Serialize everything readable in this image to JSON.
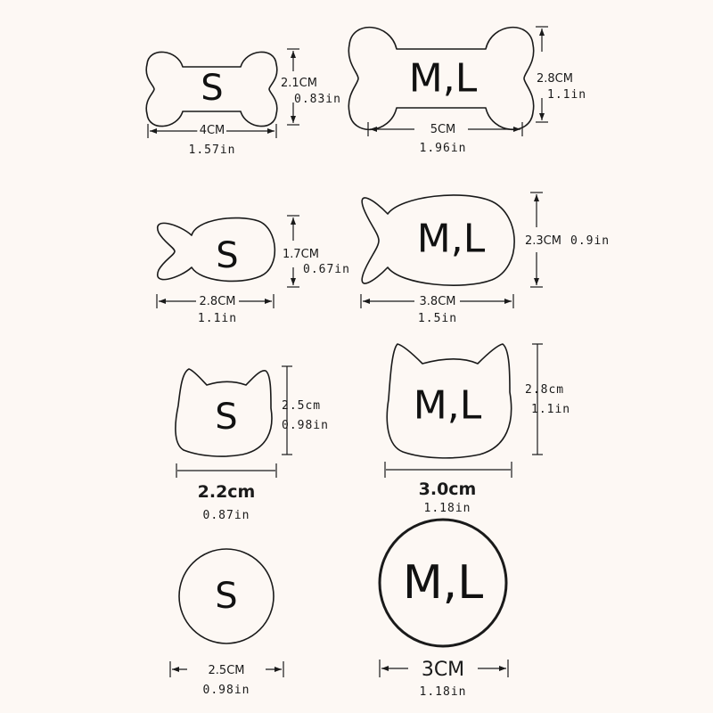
{
  "tags": {
    "bone_s": {
      "size": "S",
      "width_cm": "4CM",
      "width_in": "1.57in",
      "height_cm": "2.1CM",
      "height_in": "0.83in"
    },
    "bone_ml": {
      "size": "M,L",
      "width_cm": "5CM",
      "width_in": "1.96in",
      "height_cm": "2.8CM",
      "height_in": "1.1in"
    },
    "fish_s": {
      "size": "S",
      "width_cm": "2.8CM",
      "width_in": "1.1in",
      "height_cm": "1.7CM",
      "height_in": "0.67in"
    },
    "fish_ml": {
      "size": "M,L",
      "width_cm": "3.8CM",
      "width_in": "1.5in",
      "height_cm": "2.3CM",
      "height_in": "0.9in"
    },
    "cat_s": {
      "size": "S",
      "width_cm": "2.2cm",
      "width_in": "0.87in",
      "height_cm": "2.5cm",
      "height_in": "0.98in"
    },
    "cat_ml": {
      "size": "M,L",
      "width_cm": "3.0cm",
      "width_in": "1.18in",
      "height_cm": "2.8cm",
      "height_in": "1.1in"
    },
    "circle_s": {
      "size": "S",
      "width_cm": "2.5CM",
      "width_in": "0.98in"
    },
    "circle_ml": {
      "size": "M,L",
      "width_cm": "3CM",
      "width_in": "1.18in"
    }
  }
}
